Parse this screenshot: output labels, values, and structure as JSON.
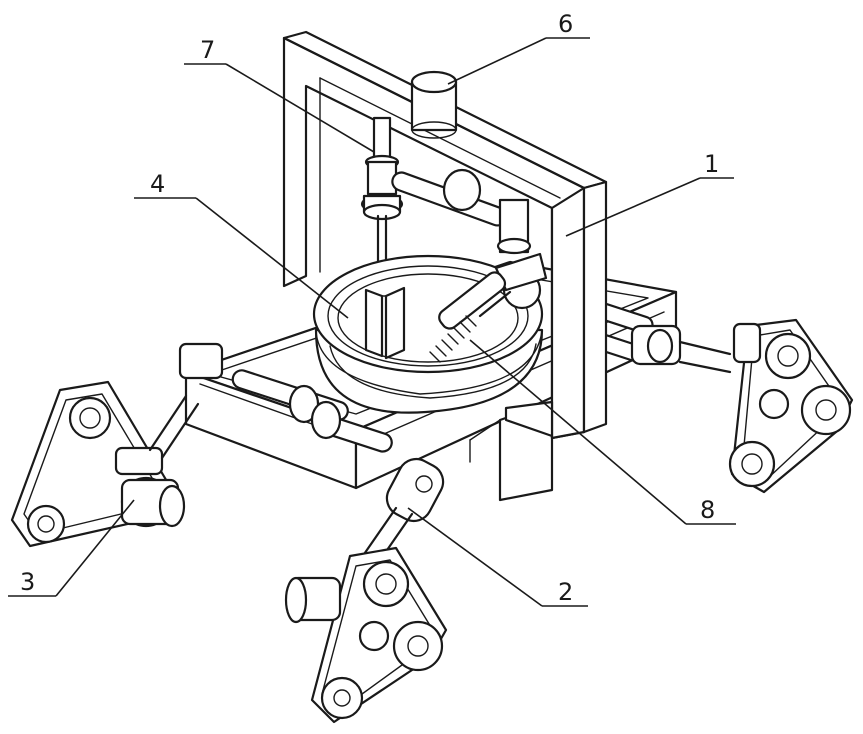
{
  "labels": {
    "l1": "1",
    "l2": "2",
    "l3": "3",
    "l4": "4",
    "l6": "6",
    "l7": "7",
    "l8": "8"
  },
  "colors": {
    "ink": "#1a1a1a",
    "paper": "#ffffff"
  }
}
